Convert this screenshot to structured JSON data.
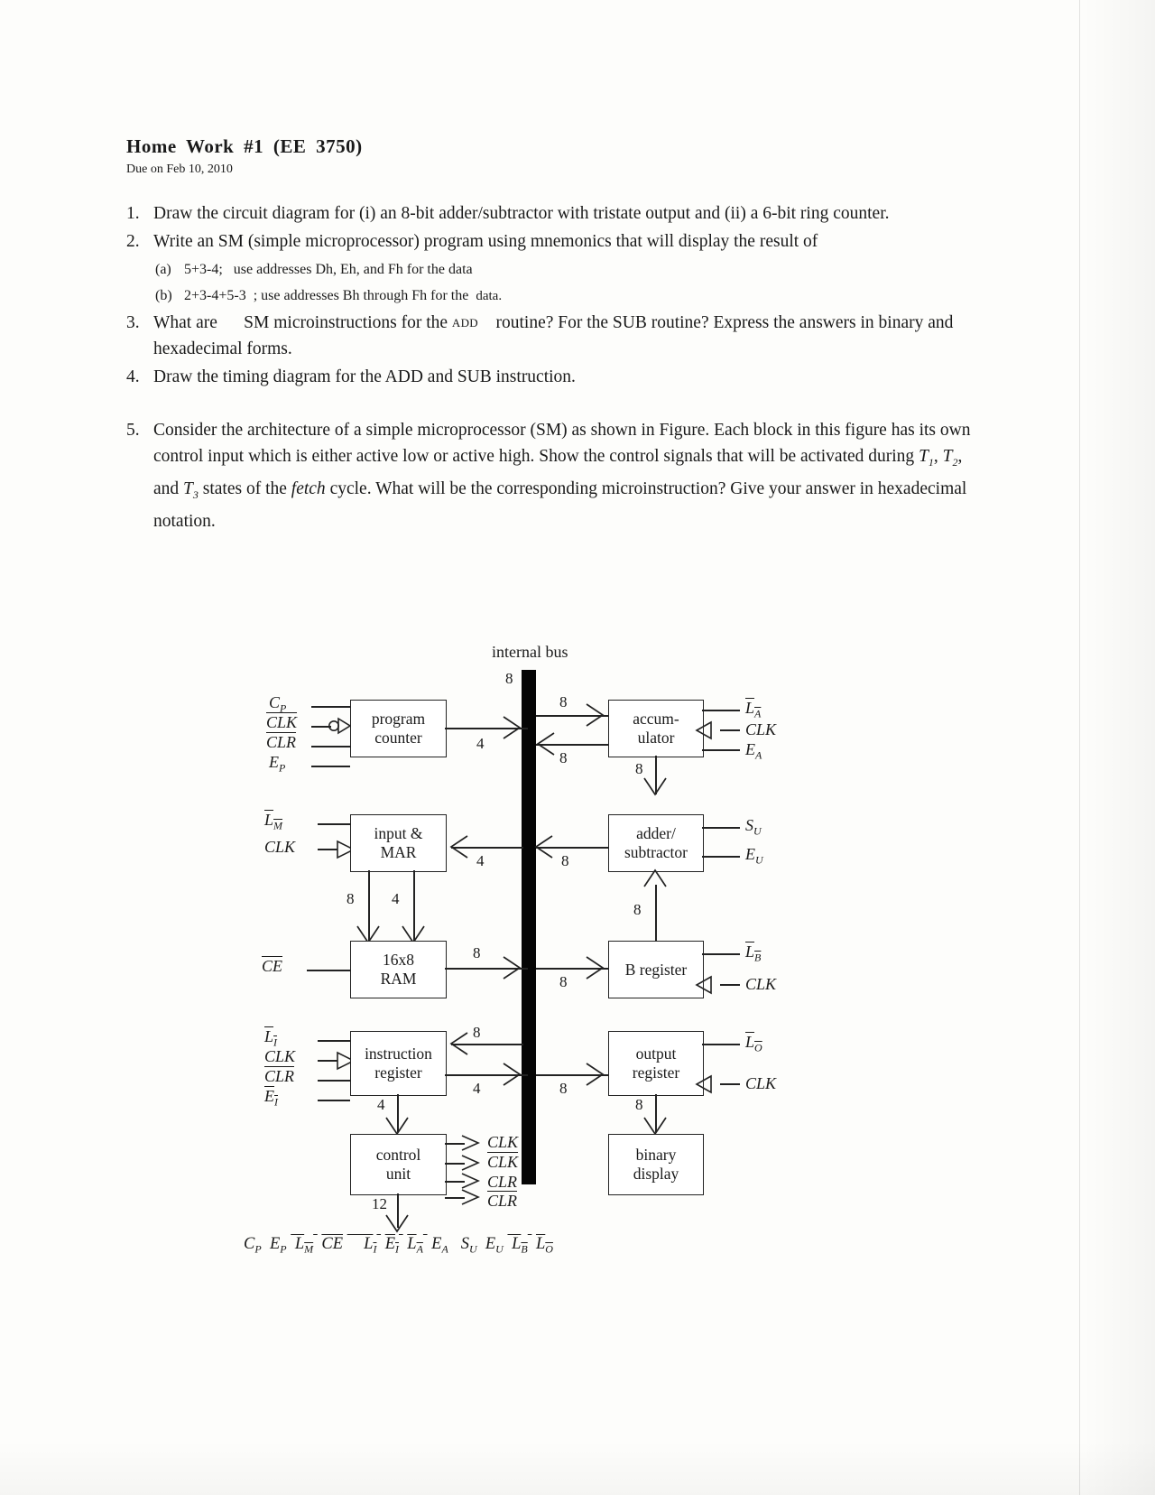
{
  "document": {
    "title": "Home Work #1 (EE 3750)",
    "due": "Due on Feb 10, 2010"
  },
  "questions": [
    {
      "num": "1.",
      "text": "Draw the circuit diagram for (i) an 8-bit adder/subtractor with tristate output and (ii) a 6-bit  ring counter."
    },
    {
      "num": "2.",
      "text": "Write an SM (simple microprocessor) program using mnemonics that will display the result of",
      "subitems": [
        {
          "label": "(a)",
          "expr": "5+3-4;",
          "text": "use addresses Dh, Eh, and Fh for the data"
        },
        {
          "label": "(b)",
          "expr": "2+3-4+5-3",
          "text": "; use addresses Bh through Fh for the",
          "trail": "data."
        }
      ]
    },
    {
      "num": "3.",
      "text_a": "What are",
      "text_b": "SM microinstructions for the",
      "text_caps": "ADD",
      "text_c": "routine?  For the SUB routine?  Express the answers in binary and hexadecimal forms."
    },
    {
      "num": "4.",
      "text": "Draw the timing diagram for the ADD and SUB instruction."
    },
    {
      "num": "5.",
      "text_1": "Consider the architecture of a simple microprocessor (SM) as shown in Figure.  Each block in this figure has its own control input which is either active low or active high.  Show the control signals that will be activated during",
      "t1": "T",
      "t1s": "1",
      "t2": "T",
      "t2s": "2",
      "t3": "T",
      "t3s": "3",
      "text_2": "states of the",
      "italic_word": "fetch",
      "text_3": "cycle.  What will be the corresponding microinstruction?  Give your answer in hexadecimal notation."
    }
  ],
  "figure": {
    "bus_label": "internal bus",
    "bus_width": "8",
    "blocks": {
      "program_counter": "program\ncounter",
      "accumulator": "accum-\nulator",
      "input_mar": "input &\nMAR",
      "adder_subtractor": "adder/\nsubtractor",
      "ram": "16x8\nRAM",
      "b_register": "B register",
      "instruction_register": "instruction\nregister",
      "output_register": "output\nregister",
      "control_unit": "control\nunit",
      "binary_display": "binary\ndisplay"
    },
    "signals": {
      "pc": [
        "Cp",
        "CLK",
        "CLR",
        "Ep"
      ],
      "acc": [
        "LA",
        "CLK",
        "EA"
      ],
      "mar": [
        "LM",
        "CLK"
      ],
      "addsub": [
        "SU",
        "EU"
      ],
      "ram": [
        "CE"
      ],
      "breg": [
        "LB",
        "CLK"
      ],
      "ireg": [
        "LI",
        "CLK",
        "CLR",
        "EI"
      ],
      "oreg": [
        "LO",
        "CLK"
      ],
      "control_outputs": [
        "CLK",
        "CLK",
        "CLR",
        "CLR"
      ]
    },
    "widths": {
      "bus_top": "8",
      "pc_out": "4",
      "acc_in": "8",
      "acc_out": "8",
      "acc_to_addsub": "8",
      "mar_in": "4",
      "addsub_out": "8",
      "mar_to_ram_a": "8",
      "mar_to_ram_b": "4",
      "ram_out": "8",
      "bus_to_breg": "8",
      "breg_to_addsub": "8",
      "ireg_in": "8",
      "ireg_out": "4",
      "bus_to_oreg": "8",
      "ireg_to_control": "4",
      "oreg_to_display": "8",
      "control_out": "12"
    },
    "bottom_signals": [
      "Cp",
      "Ep",
      "LM",
      "CE",
      "LI",
      "EI",
      "LA",
      "EA",
      "SU",
      "EU",
      "LB",
      "LO"
    ]
  }
}
